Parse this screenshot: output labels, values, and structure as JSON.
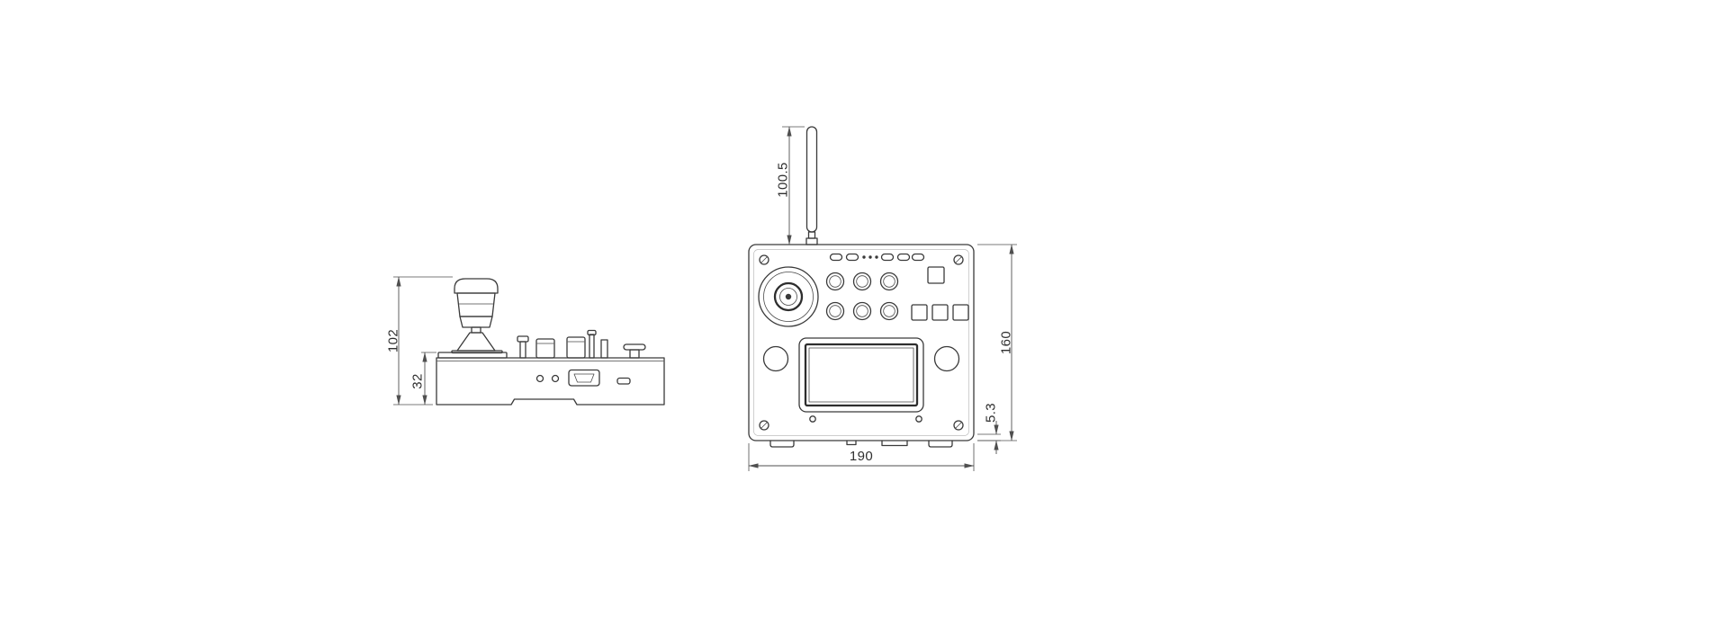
{
  "drawing": {
    "side_view": {
      "dim_total_height": "102",
      "dim_base_height": "32"
    },
    "front_view": {
      "dim_antenna_height": "100.5",
      "dim_body_height": "160",
      "dim_foot_height": "5.3",
      "dim_body_width": "190"
    }
  }
}
